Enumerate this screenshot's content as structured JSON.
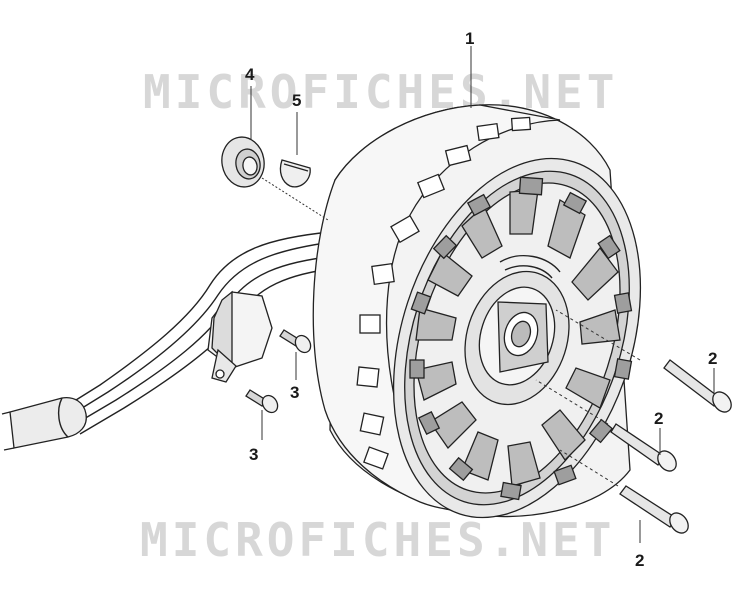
{
  "watermark": {
    "top": "MICROFICHES.NET",
    "bottom": "MICROFICHES.NET"
  },
  "callouts": [
    {
      "id": "callout-1",
      "label": "1"
    },
    {
      "id": "callout-2a",
      "label": "2"
    },
    {
      "id": "callout-2b",
      "label": "2"
    },
    {
      "id": "callout-2c",
      "label": "2"
    },
    {
      "id": "callout-3a",
      "label": "3"
    },
    {
      "id": "callout-3b",
      "label": "3"
    },
    {
      "id": "callout-4",
      "label": "4"
    },
    {
      "id": "callout-5",
      "label": "5"
    }
  ],
  "colors": {
    "line": "#222222",
    "fill_light": "#f2f2f2",
    "fill_mid": "#d9d9d9",
    "fill_dark": "#9a9a9a",
    "watermark": "#d7d7d7"
  }
}
